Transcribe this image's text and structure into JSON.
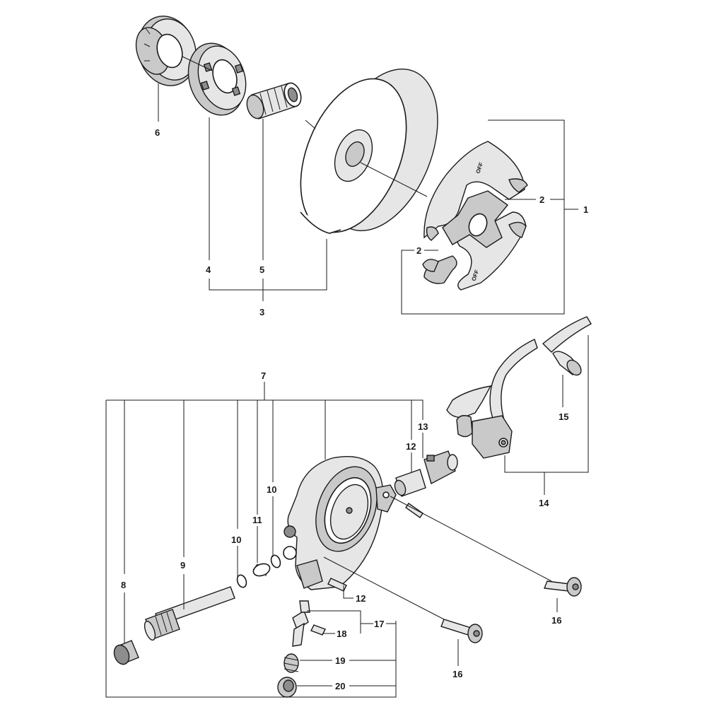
{
  "callouts": {
    "c1": "1",
    "c2a": "2",
    "c2b": "2",
    "c3": "3",
    "c4": "4",
    "c5": "5",
    "c6": "6",
    "c7": "7",
    "c8": "8",
    "c9": "9",
    "c10a": "10",
    "c10b": "10",
    "c11": "11",
    "c12a": "12",
    "c12b": "12",
    "c13": "13",
    "c14": "14",
    "c15": "15",
    "c16a": "16",
    "c16b": "16",
    "c17": "17",
    "c18": "18",
    "c19": "19",
    "c20": "20"
  },
  "markings": {
    "off_top": "OFF",
    "off_bottom": "OFF"
  },
  "colors": {
    "line": "#1a1a1a",
    "shade_light": "#e6e6e6",
    "shade_mid": "#c9c9c9",
    "shade_dark": "#8d8d8d"
  }
}
